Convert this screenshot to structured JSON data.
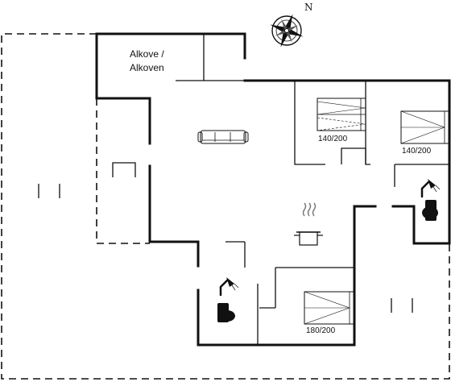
{
  "compass": {
    "north_label": "N"
  },
  "rooms": {
    "alkove_line1": "Alkove /",
    "alkove_line2": "Alkoven"
  },
  "beds": [
    {
      "size": "140/200"
    },
    {
      "size": "140/200"
    },
    {
      "size": "180/200"
    }
  ]
}
